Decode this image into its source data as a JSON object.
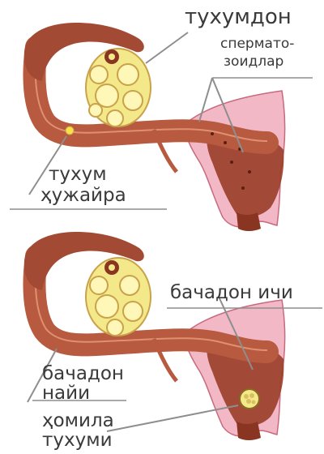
{
  "labels": {
    "ovary": "тухумдон",
    "sperm_line1": "спермато-",
    "sperm_line2": "зоидлар",
    "egg_line1": "тухум",
    "egg_line2": "ҳужайра",
    "uterus_cavity": "бачадон ичи",
    "tube_line1": "бачадон",
    "tube_line2": "найи",
    "embryo_line1": "ҳомила",
    "embryo_line2": "тухуми"
  },
  "colors": {
    "tube": "#b75a3f",
    "uterus_wall": "#9c3f2a",
    "endometrium": "#f2b8c6",
    "ovary": "#f4e98a",
    "follicle": "#fff7b8",
    "egg": "#f7e04a",
    "leader_line": "#8e8e8e"
  }
}
